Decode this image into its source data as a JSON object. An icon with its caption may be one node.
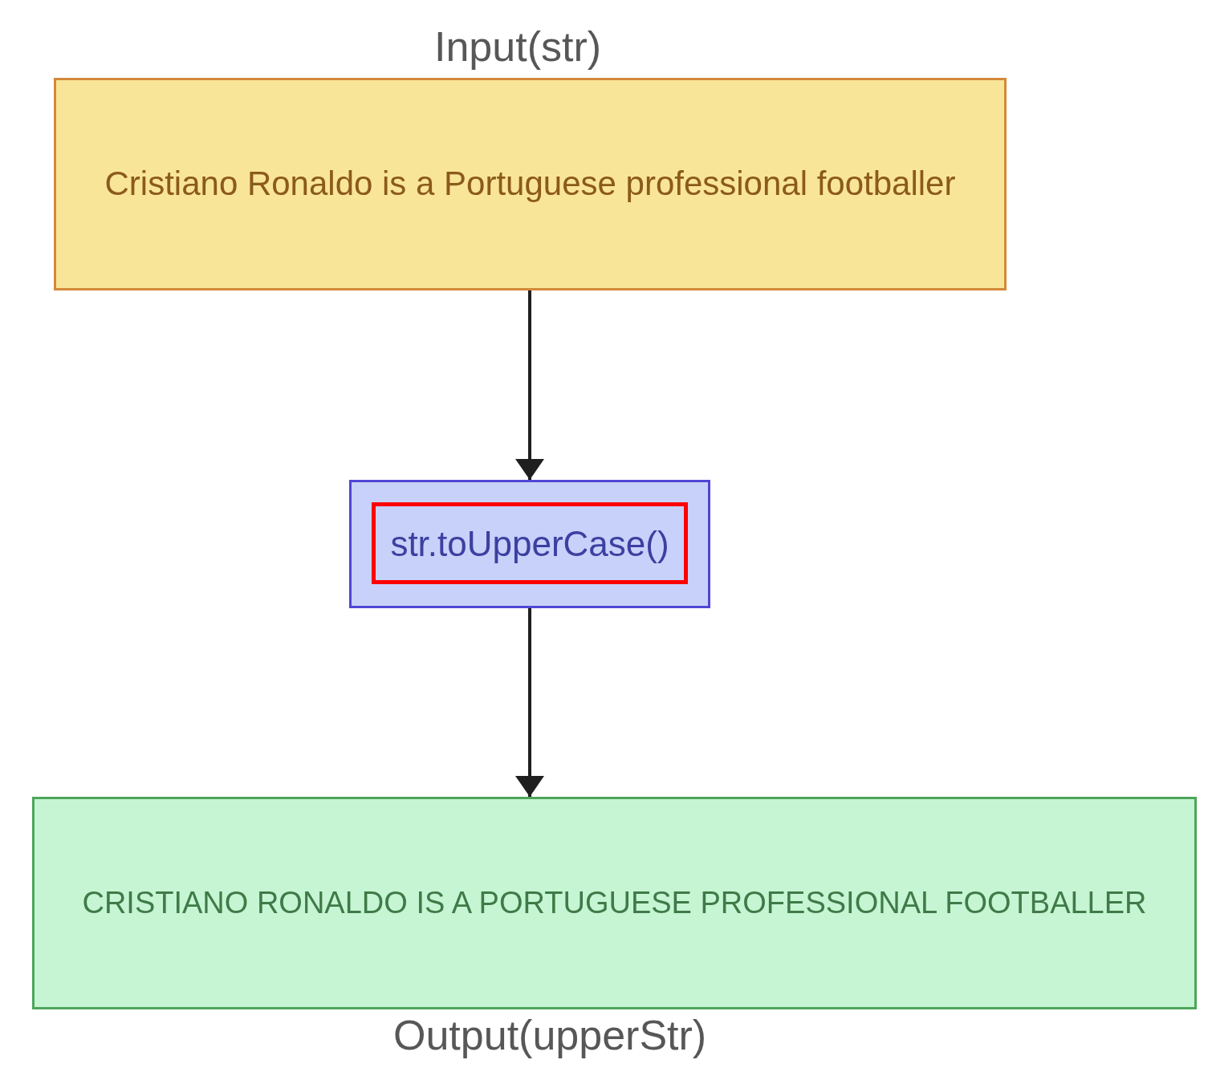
{
  "diagram": {
    "nodes": [
      {
        "text": [
          "Input(str)",
          "Cristiano Ronaldo is a Portuguese professional footballer"
        ]
      },
      {
        "text": [],
        "shape": "box"
      },
      {
        "text": [
          "str.toUpperCase()"
        ],
        "in": 1
      },
      {
        "text": [
          "CRISTIANO RONALDO IS A PORTUGUESE PROFESSIONAL FOOTBALLER"
        ],
        "beside": [
          "Output(upperStr)"
        ]
      }
    ],
    "edges": [
      {
        "from": 0,
        "to": 1,
        "arrow": "to"
      },
      {
        "from": 1,
        "to": 3,
        "arrow": "to"
      }
    ]
  }
}
